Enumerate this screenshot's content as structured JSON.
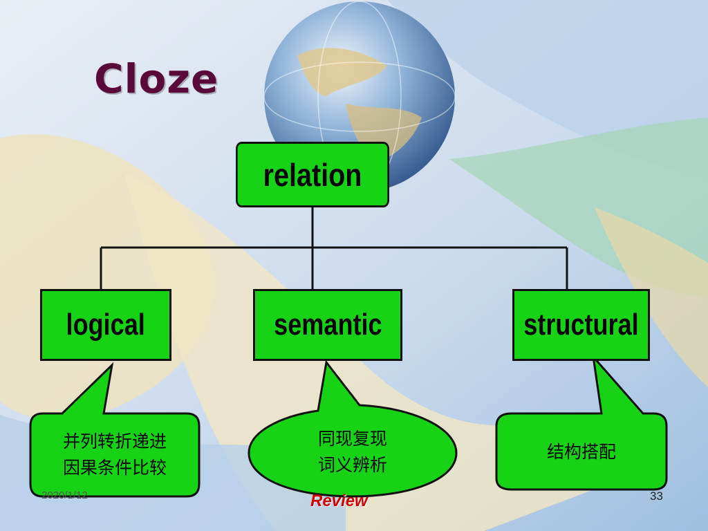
{
  "title": "Cloze",
  "root": "relation",
  "branches": [
    {
      "label": "logical",
      "note_line1": "并列转折递进",
      "note_line2": "因果条件比较"
    },
    {
      "label": "semantic",
      "note_line1": "同现复现",
      "note_line2": "词义辨析"
    },
    {
      "label": "structural",
      "note_line1": "结构搭配",
      "note_line2": ""
    }
  ],
  "footer": {
    "date": "2020/1/12",
    "center": "Review",
    "page": "33"
  },
  "colors": {
    "box_fill": "#16d316",
    "title": "#5a0a3a",
    "review": "#d00000"
  }
}
